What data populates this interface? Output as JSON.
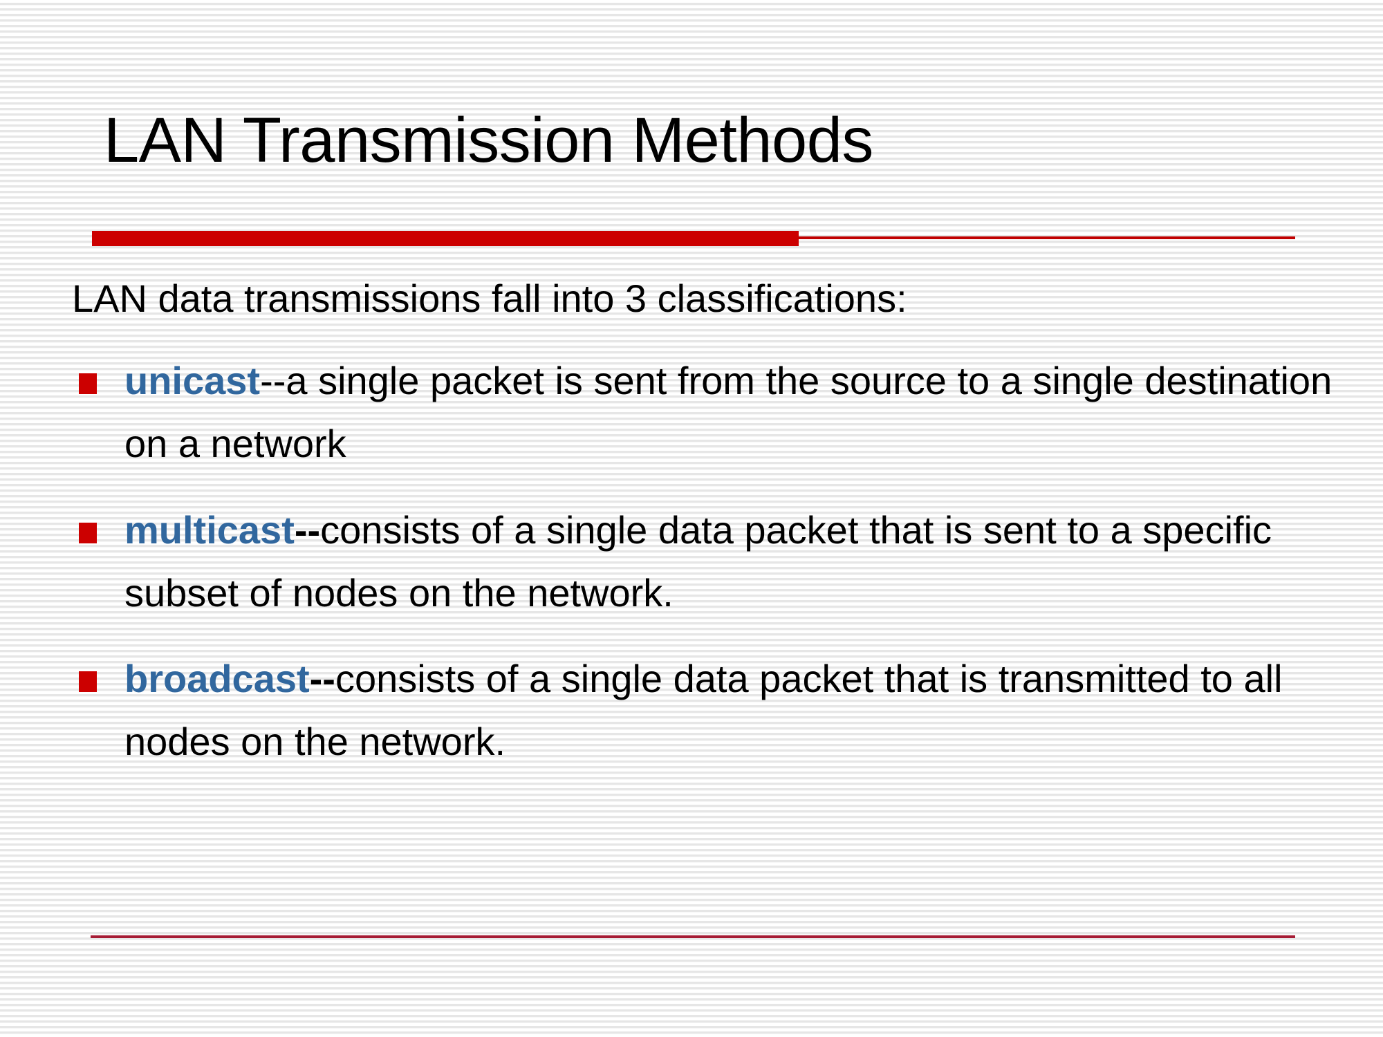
{
  "slide": {
    "title": "LAN Transmission Methods",
    "intro": "LAN data transmissions fall into 3 classifications:",
    "bullets": [
      {
        "marker": "red-square-bullet",
        "term": "unicast",
        "dashes": "--",
        "dashes_weight": "regular",
        "rest": "a single packet is sent from the source to a single destination on a network"
      },
      {
        "marker": "red-square-bullet",
        "term": "multicast",
        "dashes": "--",
        "dashes_weight": "bold",
        "rest": "consists of a single data packet that is sent to a specific subset of nodes on the network."
      },
      {
        "marker": "red-square-bullet",
        "term": "broadcast",
        "dashes": "--",
        "dashes_weight": "bold",
        "rest": "consists of a single data packet that is transmitted to all nodes on the network."
      }
    ]
  },
  "colors": {
    "accent_red_bar": "#cc0000",
    "accent_red_rule": "#c00000",
    "bottom_rule": "#a61c35",
    "term_blue": "#31679e",
    "text_black": "#000000",
    "background_stripe": "#e6e6e6",
    "background_base": "#ffffff"
  }
}
